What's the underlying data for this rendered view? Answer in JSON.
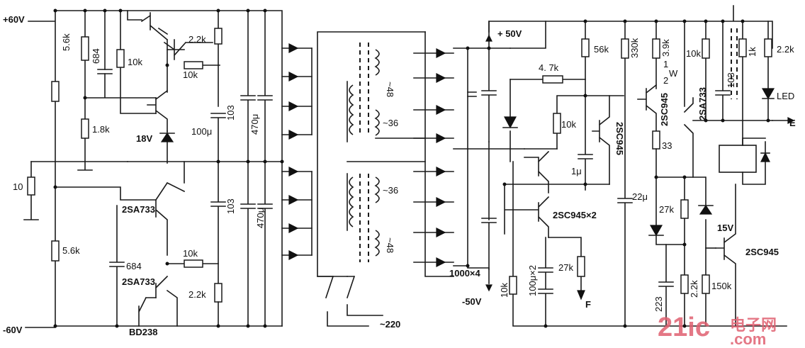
{
  "labels": {
    "plus60": "+60V",
    "minus60": "-60V",
    "plus50": "+ 50V",
    "minus50": "-50V",
    "ac220": "~220",
    "r_5_6k_top": "5.6k",
    "c_684_top": "684",
    "r_10k_a": "10k",
    "r_1_8k": "1.8k",
    "zener_18v": "18V",
    "r_2_2k_top": "2.2k",
    "r_10k_b": "10k",
    "c_103_top": "103",
    "c_100u": "100μ",
    "c_470u_top": "470μ",
    "c_470u_bot": "470μ",
    "r_10": "10",
    "q_2sa733_a": "2SA733",
    "q_2sa733_b": "2SA733",
    "q_bd238": "BD238",
    "r_5_6k_bot": "5.6k",
    "c_684_bot": "684",
    "r_10k_c": "10k",
    "c_103_bot": "103",
    "r_2_2k_bot": "2.2k",
    "tap_48_top": "~48",
    "tap_36_top": "~36",
    "tap_36_bot": "~36",
    "tap_48_bot": "~48",
    "c_1000x4": "1000×4",
    "r_4_7k": "4. 7k",
    "r_56k": "56k",
    "r_10k_d": "10k",
    "c_1u": "1μ",
    "q_2sc945_a": "2SC945",
    "q_2sc945x2": "2SC945×2",
    "r_10k_e": "10k",
    "c_100ux2": "100μ×2",
    "r_27k_a": "27k",
    "out_f": "F",
    "r_330k": "330k",
    "c_22u": "22μ",
    "r_3_9k": "3.9k",
    "r_3_9k_w_num": "1",
    "r_3_9k_w_den": "2",
    "r_3_9k_w_unit": "W",
    "q_2sc945_b": "2SC945",
    "r_33": "33",
    "c_223": "223",
    "r_27k_b": "27k",
    "r_2_2k_c": "2.2k",
    "r_10k_f": "10k",
    "q_2sa733_c": "2SA733",
    "c_103_right": "103",
    "r_150k": "150k",
    "r_1k": "1k",
    "r_2_2k_d": "2.2k",
    "led": "LED",
    "out_e": "E",
    "zener_15v": "15V",
    "q_2sc945_c": "2SC945"
  },
  "watermark": {
    "brand": "21ic",
    "cn": "电子网",
    "domain": ".com"
  }
}
